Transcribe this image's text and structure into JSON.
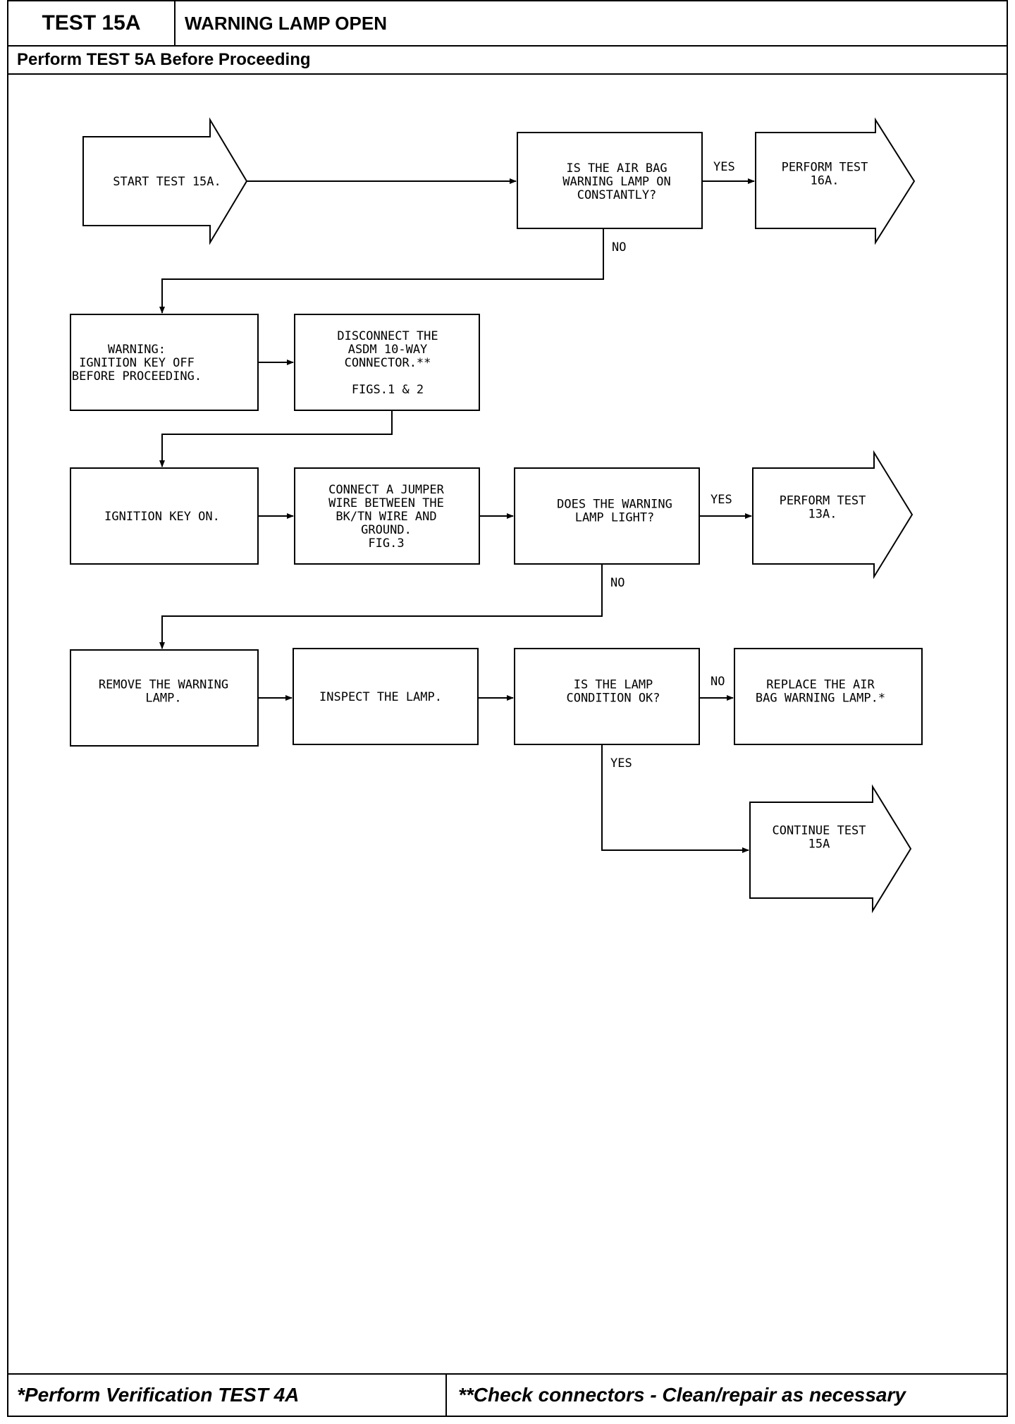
{
  "header": {
    "test_id": "TEST 15A",
    "title": "WARNING LAMP OPEN",
    "subtitle": "Perform TEST 5A Before Proceeding"
  },
  "footer": {
    "left_note": "*Perform Verification  TEST 4A",
    "right_note": "**Check connectors - Clean/repair as necessary"
  },
  "flowchart": {
    "nodes": {
      "start": [
        "START TEST 15A."
      ],
      "q_constant": [
        "IS THE AIR BAG",
        "WARNING LAMP ON",
        "CONSTANTLY?"
      ],
      "perform_16a": [
        "PERFORM TEST",
        "16A."
      ],
      "warning": [
        "WARNING:",
        "IGNITION KEY OFF",
        "BEFORE PROCEEDING."
      ],
      "disconnect": [
        "DISCONNECT THE",
        "ASDM 10-WAY",
        "CONNECTOR.**",
        "",
        "FIGS.1 & 2"
      ],
      "ignition_on": [
        "IGNITION KEY ON."
      ],
      "jumper": [
        "CONNECT A JUMPER",
        "WIRE BETWEEN THE",
        "BK/TN WIRE AND",
        "GROUND.",
        "FIG.3"
      ],
      "q_light": [
        "DOES THE WARNING",
        "LAMP LIGHT?"
      ],
      "perform_13a": [
        "PERFORM TEST",
        "13A."
      ],
      "remove_lamp": [
        "REMOVE THE WARNING",
        "LAMP."
      ],
      "inspect_lamp": [
        "INSPECT THE LAMP."
      ],
      "q_condition": [
        "IS THE LAMP",
        "CONDITION OK?"
      ],
      "replace_lamp": [
        "REPLACE THE AIR",
        "BAG WARNING LAMP.*"
      ],
      "continue_15a": [
        "CONTINUE TEST",
        "15A"
      ]
    },
    "edge_labels": {
      "constant_yes": "YES",
      "constant_no": "NO",
      "light_yes": "YES",
      "light_no": "NO",
      "condition_no": "NO",
      "condition_yes": "YES"
    }
  }
}
